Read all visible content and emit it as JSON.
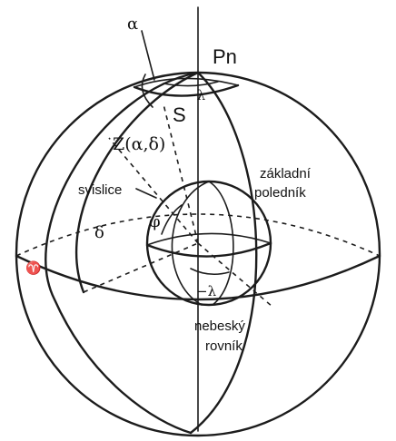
{
  "labels": {
    "alpha": "α",
    "pole": "Pn",
    "minus_lambda_top": "−λ",
    "s": "S",
    "zenith": "Z(α,δ)",
    "plumb_line": "svislice",
    "prime_meridian_line1": "základní",
    "prime_meridian_line2": "poledník",
    "delta": "δ",
    "phi": "φ",
    "minus_lambda_inner": "−λ",
    "vernal_point": "♈",
    "equator_line1": "nebeský",
    "equator_line2": "rovník"
  },
  "colors": {
    "line": "#1c1c1c",
    "background": "#ffffff"
  }
}
